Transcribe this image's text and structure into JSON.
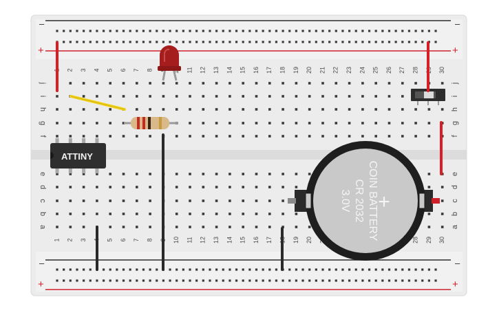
{
  "breadboard": {
    "columns": 30,
    "row_labels_top": [
      "j",
      "i",
      "h",
      "g",
      "f"
    ],
    "row_labels_bottom": [
      "e",
      "d",
      "c",
      "b",
      "a"
    ],
    "rail_minus": "–",
    "rail_plus": "+"
  },
  "chip": {
    "label": "ATTINY"
  },
  "battery": {
    "line1": "COIN BATTERY",
    "line2": "CR 2032",
    "line3": "3.0V",
    "plus": "+"
  },
  "colors": {
    "board": "#ececec",
    "hole": "#3a3a3a",
    "label": "#4a4a4a",
    "rail_red": "#d0202a",
    "rail_black": "#2b2b2b",
    "wire_red": "#d81f26",
    "wire_black": "#2a2a2a",
    "wire_yellow": "#f2d21b",
    "led": "#a51d1d",
    "chip_body": "#2f2f2f",
    "battery_ring": "#1e1e1e",
    "battery_face": "#c9c9c9"
  },
  "components": [
    "led",
    "resistor",
    "attiny-chip",
    "slide-switch",
    "coin-battery-holder",
    "yellow-wire",
    "red-wires",
    "black-wires"
  ]
}
